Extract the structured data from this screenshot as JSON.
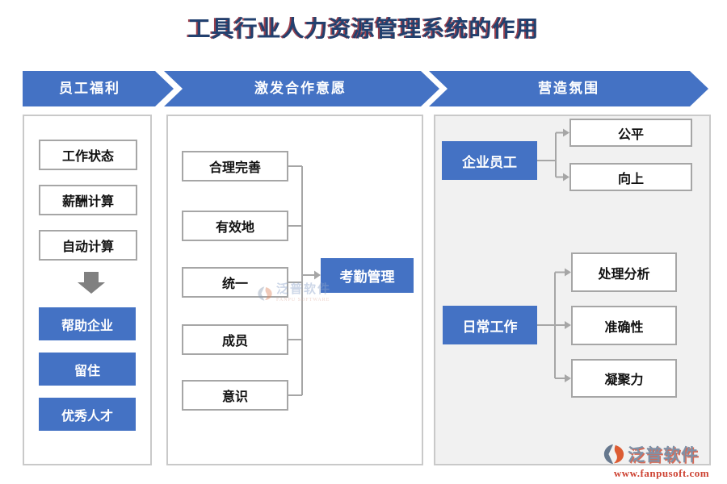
{
  "title": "工具行业人力资源管理系统的作用",
  "banners": [
    "员工福利",
    "激发合作意愿",
    "营造氛围"
  ],
  "left_panel": {
    "white_boxes": [
      "工作状态",
      "薪酬计算",
      "自动计算"
    ],
    "blue_boxes": [
      "帮助企业",
      "留住",
      "优秀人才"
    ]
  },
  "middle_panel": {
    "factor_boxes": [
      "合理完善",
      "有效地",
      "统一",
      "成员",
      "意识"
    ],
    "result_box": "考勤管理"
  },
  "right_panel": {
    "groups": [
      {
        "source": "企业员工",
        "targets": [
          "公平",
          "向上"
        ]
      },
      {
        "source": "日常工作",
        "targets": [
          "处理分析",
          "准确性",
          "凝聚力"
        ]
      }
    ]
  },
  "watermark": {
    "brand": "泛普软件",
    "subtitle": "FANPU SOFTWARE"
  },
  "footer_logo": {
    "brand": "泛普软件",
    "website": "www.fanpusoft.com"
  },
  "colors": {
    "accent_blue": "#4472c4",
    "title_navy": "#21406f",
    "title_shadow_red": "#8c1e2c",
    "connector_gray": "#a6a6a6",
    "down_arrow_gray": "#808080",
    "panel_border": "#c9c9c9",
    "right_panel_bg": "#f1f1f1",
    "logo_orange": "#cd4232",
    "logo_slate": "#7f91a7"
  }
}
